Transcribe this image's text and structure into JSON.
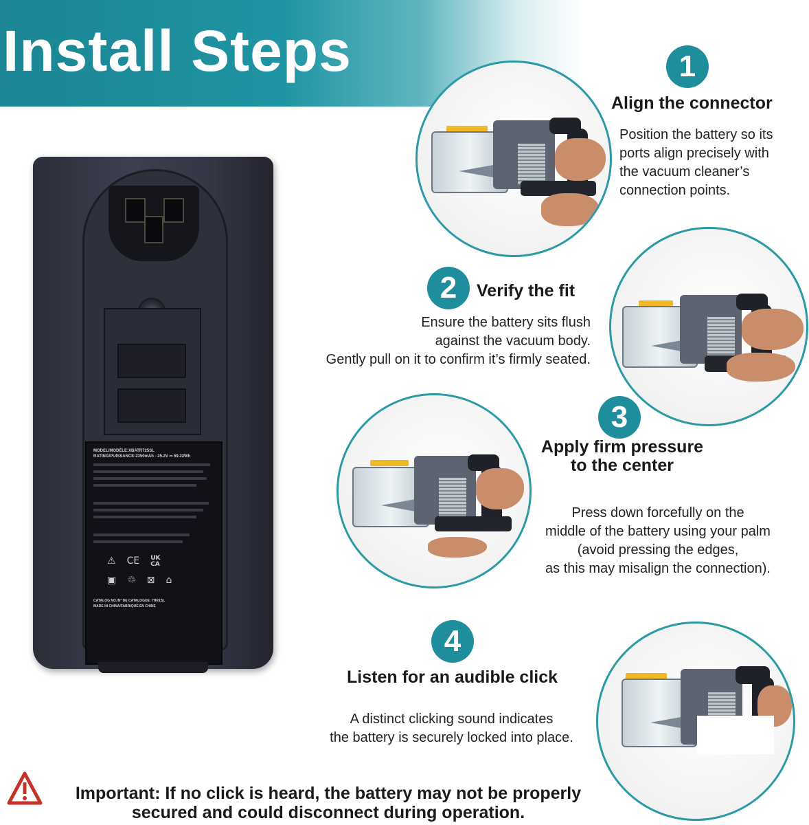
{
  "header": {
    "title": "Install Steps"
  },
  "battery": {
    "label_model": "MODEL/MODÈLE:XBATR725SL",
    "label_rating": "RATING/PUISSANCE:2350mAh - 25.2V ⎓ 59.22Wh",
    "label_ce": "CE",
    "label_ukca": "UK CA",
    "label_catalog": "CATALOG NO./N° DE CATALOGUE: 7HR1SL",
    "label_made_in": "MADE IN CHINA/FABRIQUÉ EN CHINE"
  },
  "steps": [
    {
      "number": "1",
      "title": "Align the connector",
      "description": [
        "Position the battery so its",
        "ports align precisely with",
        "the vacuum cleaner’s",
        "connection points."
      ]
    },
    {
      "number": "2",
      "title": "Verify the fit",
      "description": [
        "Ensure the battery sits flush",
        "against the vacuum body.",
        "Gently pull on it to confirm it’s firmly seated."
      ]
    },
    {
      "number": "3",
      "title": [
        "Apply firm pressure",
        "to the center"
      ],
      "description": [
        "Press down forcefully on the",
        "middle of the battery using your palm",
        "(avoid pressing the edges,",
        "as this may misalign the connection)."
      ]
    },
    {
      "number": "4",
      "title": "Listen for an audible click",
      "description": [
        "A distinct clicking sound indicates",
        "the battery is securely locked into place."
      ]
    }
  ],
  "warning": {
    "icon": "warning-triangle-icon",
    "lines": [
      "Important: If no click is heard, the battery may not be properly",
      "secured and could disconnect during operation."
    ]
  },
  "colors": {
    "accent": "#1e8e9c",
    "banner_start": "#1b8593",
    "text": "#1a1a1a"
  }
}
